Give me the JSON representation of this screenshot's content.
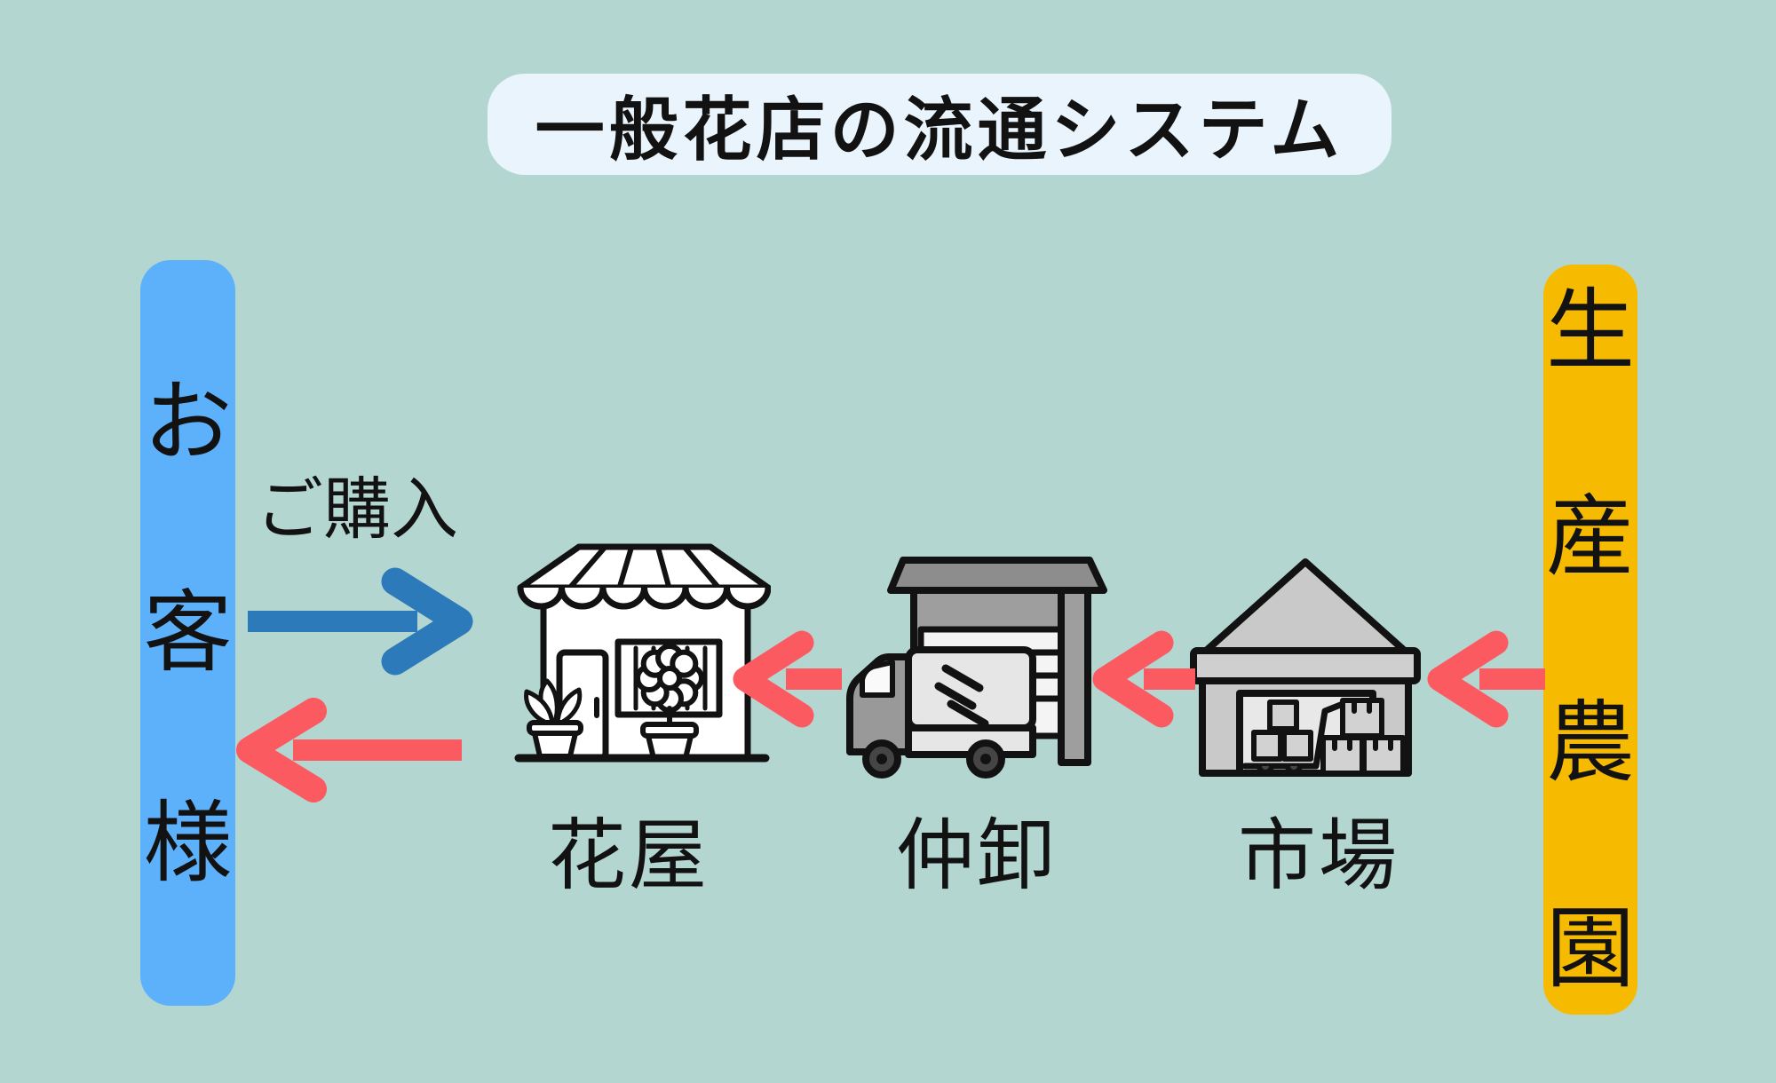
{
  "title": {
    "text": "一般花店の流通システム"
  },
  "customer_bar": {
    "name": "お客様",
    "chars": [
      "お",
      "客",
      "様"
    ]
  },
  "producer_bar": {
    "name": "生産農園",
    "chars": [
      "生",
      "産",
      "農",
      "園"
    ]
  },
  "nodes": [
    {
      "label": "花屋",
      "icon": "flower-shop-icon"
    },
    {
      "label": "仲卸",
      "icon": "delivery-truck-garage-icon"
    },
    {
      "label": "市場",
      "icon": "market-warehouse-icon"
    }
  ],
  "purchase_arrow": {
    "label": "ご購入",
    "direction": "right"
  },
  "supply_flow": {
    "direction": "left",
    "arrow_count": 4
  },
  "colors": {
    "background": "#b4d6d1",
    "title-bg": "#e9f4fc",
    "bar-customer": "#5cb1fa",
    "bar-farm": "#f6ba00",
    "arrow-blue": "#2c7ab9",
    "arrow-red": "#fb5a61",
    "ink": "#121212"
  }
}
